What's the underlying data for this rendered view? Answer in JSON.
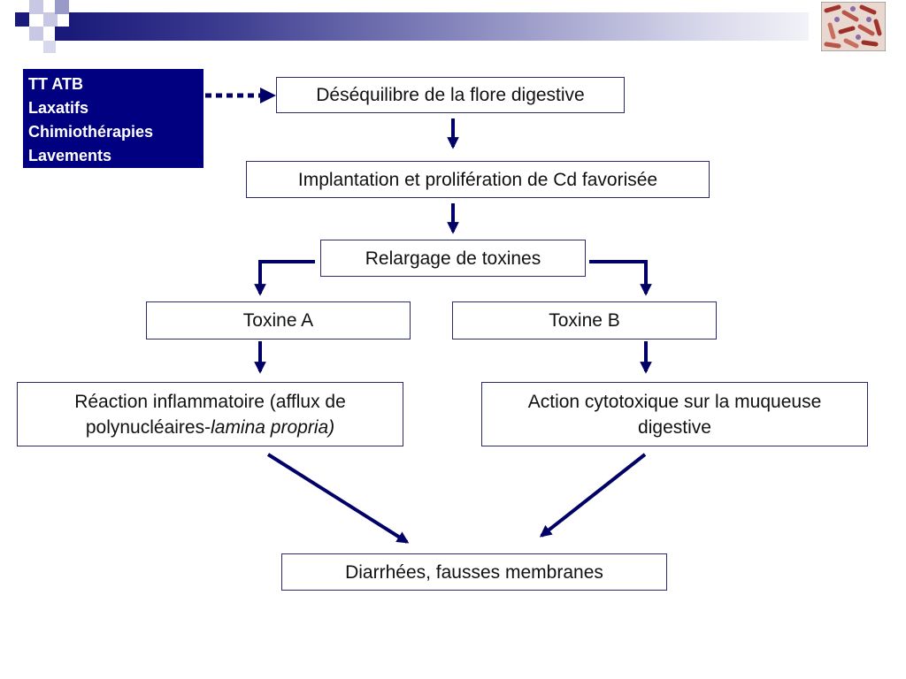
{
  "causes": [
    "TT ATB",
    "Laxatifs",
    "Chimiothérapies",
    "Lavements"
  ],
  "steps": {
    "desequilibre": "Déséquilibre de la flore digestive",
    "implantation": "Implantation et prolifération de Cd favorisée",
    "relargage": "Relargage de toxines",
    "toxine_a": "Toxine A",
    "toxine_b": "Toxine B",
    "reaction_part1": "Réaction inflammatoire (afflux de polynucléaires-",
    "reaction_italic": "lamina propria)",
    "action_cytotoxique": "Action cytotoxique sur la muqueuse digestive",
    "diarrhees": "Diarrhées, fausses membranes"
  },
  "colors": {
    "accent": "#000080",
    "arrow": "#000066",
    "box_border": "#2b2b6b"
  },
  "icons": [
    "decorative-squares-icon",
    "bacteria-micrograph-icon"
  ]
}
